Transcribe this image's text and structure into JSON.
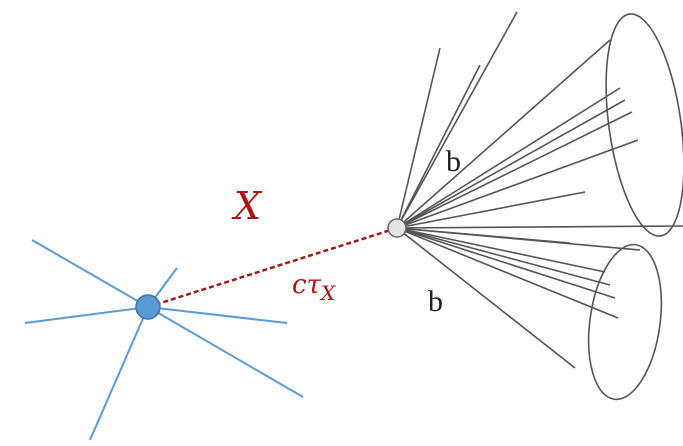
{
  "labels": {
    "particle": "X",
    "decay_length_main": "cτ",
    "decay_length_sub": "X",
    "jet_upper": "b",
    "jet_lower": "b"
  },
  "colors": {
    "primary_vertex": "#5b9bd5",
    "primary_tracks": "#5b9bd5",
    "particle_label": "#b01010",
    "decay_path": "#a01818",
    "displaced_vertex": "#e4e4e4",
    "jet_lines": "#555555"
  }
}
